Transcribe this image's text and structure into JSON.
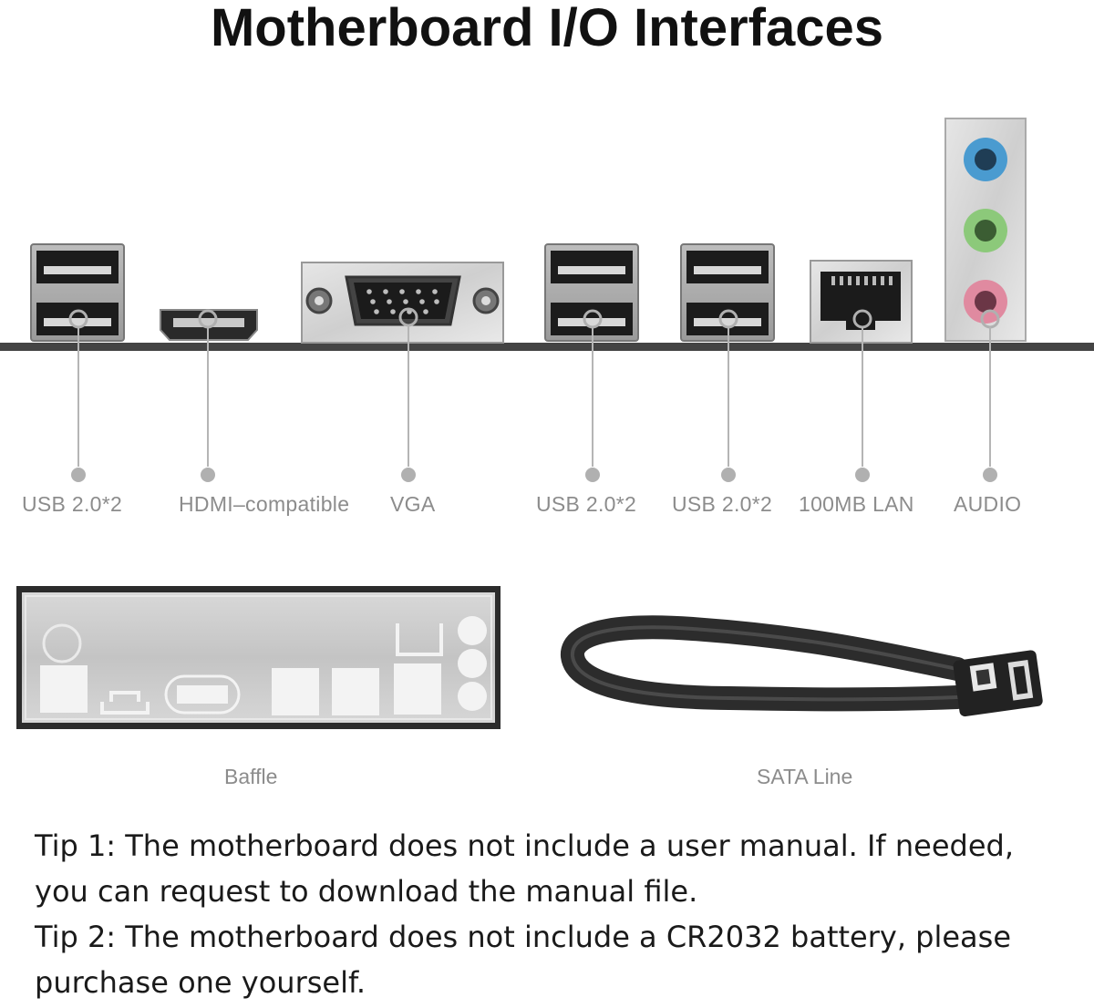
{
  "title": "Motherboard I/O Interfaces",
  "ports": [
    {
      "label": "USB 2.0*2",
      "icon": "usb-port-icon"
    },
    {
      "label": "HDMI–compatible",
      "icon": "hdmi-port-icon"
    },
    {
      "label": "VGA",
      "icon": "vga-port-icon"
    },
    {
      "label": "USB 2.0*2",
      "icon": "usb-port-icon"
    },
    {
      "label": "USB 2.0*2",
      "icon": "usb-port-icon"
    },
    {
      "label": "100MB LAN",
      "icon": "lan-port-icon"
    },
    {
      "label": "AUDIO",
      "icon": "audio-jack-icon"
    }
  ],
  "accessories": [
    {
      "label": "Baffle",
      "icon": "io-shield-icon"
    },
    {
      "label": "SATA Line",
      "icon": "sata-cable-icon"
    }
  ],
  "tips": [
    "Tip 1: The motherboard does not include a user manual. If needed,",
    "you can request to download the manual file.",
    "Tip 2: The motherboard does not include a CR2032 battery, please",
    "purchase one yourself."
  ],
  "colors": {
    "audio_blue": "#4a9bd0",
    "audio_green": "#8cc97a",
    "audio_pink": "#e08aa0",
    "label_gray": "#8c8c8c",
    "board_line": "#444444"
  }
}
